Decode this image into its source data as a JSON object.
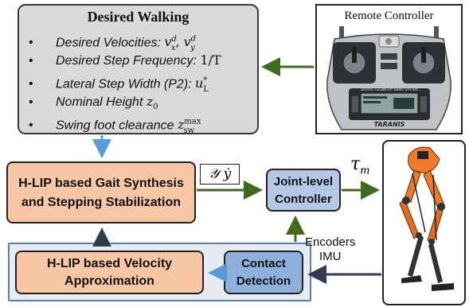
{
  "desired": {
    "title": "Desired Walking",
    "items": [
      {
        "text": "Desired Velocities: ",
        "math": "v",
        "sup": "d",
        "sub": "x",
        "extra": ", ",
        "math2": "v",
        "sup2": "d",
        "sub2": "y"
      },
      {
        "text": "Desired Step Frequency: ",
        "math": "1/T"
      },
      {
        "text": "Lateral Step Width (P2): ",
        "math": "u",
        "sup": "*",
        "sub": "L"
      },
      {
        "text": "Nominal Height ",
        "math": "z",
        "sub": "0"
      },
      {
        "text": "Swing foot clearance ",
        "math": "z",
        "sup": "max",
        "sub": "sw"
      }
    ]
  },
  "remote": {
    "label": "Remote Controller",
    "brand": "TARANIS",
    "screen_text": "DIGITAL TELEMETRY RADIO SYSTEM"
  },
  "gait": {
    "line1": "H-LIP based Gait Synthesis",
    "line2": "and Stepping Stabilization"
  },
  "joint": {
    "line1": "Joint-level",
    "line2": "Controller"
  },
  "velocity": {
    "line1": "H-LIP based Velocity",
    "line2": "Approximation"
  },
  "contact": {
    "line1": "Contact",
    "line2": "Detection"
  },
  "outputs": {
    "y": "𝒴",
    "ydot": "ẏ"
  },
  "tau": {
    "symbol": "τ",
    "sub": "m"
  },
  "sensors": {
    "line1": "Encoders",
    "line2": "IMU"
  },
  "colors": {
    "orange_fill": "#f7c6a5",
    "blue_fill": "#b4c7e7",
    "gray_fill": "#d9d9d9",
    "green_arrow": "#3f6a1f",
    "blue_arrow": "#5b9bd5",
    "dark_arrow": "#2f3d4f",
    "robot_orange": "#f07a2a"
  }
}
